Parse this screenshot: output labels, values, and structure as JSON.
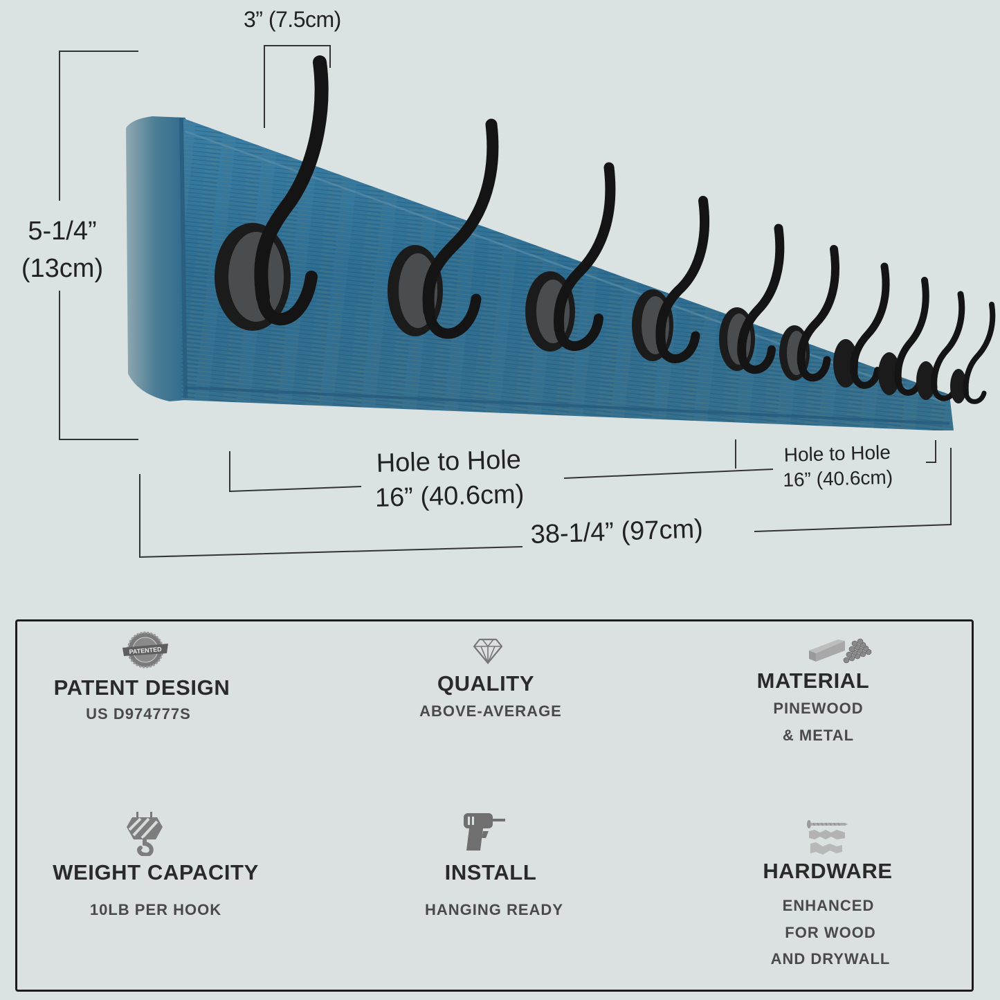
{
  "product": {
    "board_color": "#2f6f94",
    "hook_color": "#151515",
    "hook_count": 10
  },
  "dimensions": {
    "hook_width": "3” (7.5cm)",
    "height_in": "5-1/4”",
    "height_cm": "(13cm)",
    "hole_to_hole_main_label": "Hole to Hole",
    "hole_to_hole_main_value": "16” (40.6cm)",
    "hole_to_hole_side_label": "Hole to Hole",
    "hole_to_hole_side_value": "16” (40.6cm)",
    "total_length": "38-1/4” (97cm)"
  },
  "features": [
    {
      "icon": "patented-seal-icon",
      "title": "PATENT DESIGN",
      "lines": [
        "US D974777S"
      ]
    },
    {
      "icon": "diamond-icon",
      "title": "QUALITY",
      "lines": [
        "ABOVE-AVERAGE"
      ]
    },
    {
      "icon": "wood-metal-material-icon",
      "title": "MATERIAL",
      "lines": [
        "PINEWOOD",
        "& METAL"
      ]
    },
    {
      "icon": "crane-hook-weight-icon",
      "title": "WEIGHT CAPACITY",
      "lines": [
        "10LB PER HOOK"
      ]
    },
    {
      "icon": "power-drill-icon",
      "title": "INSTALL",
      "lines": [
        "HANGING READY"
      ]
    },
    {
      "icon": "screws-anchors-icon",
      "title": "HARDWARE",
      "lines": [
        "ENHANCED",
        "FOR WOOD",
        "AND DRYWALL"
      ]
    }
  ],
  "badge_text": "PATENTED"
}
